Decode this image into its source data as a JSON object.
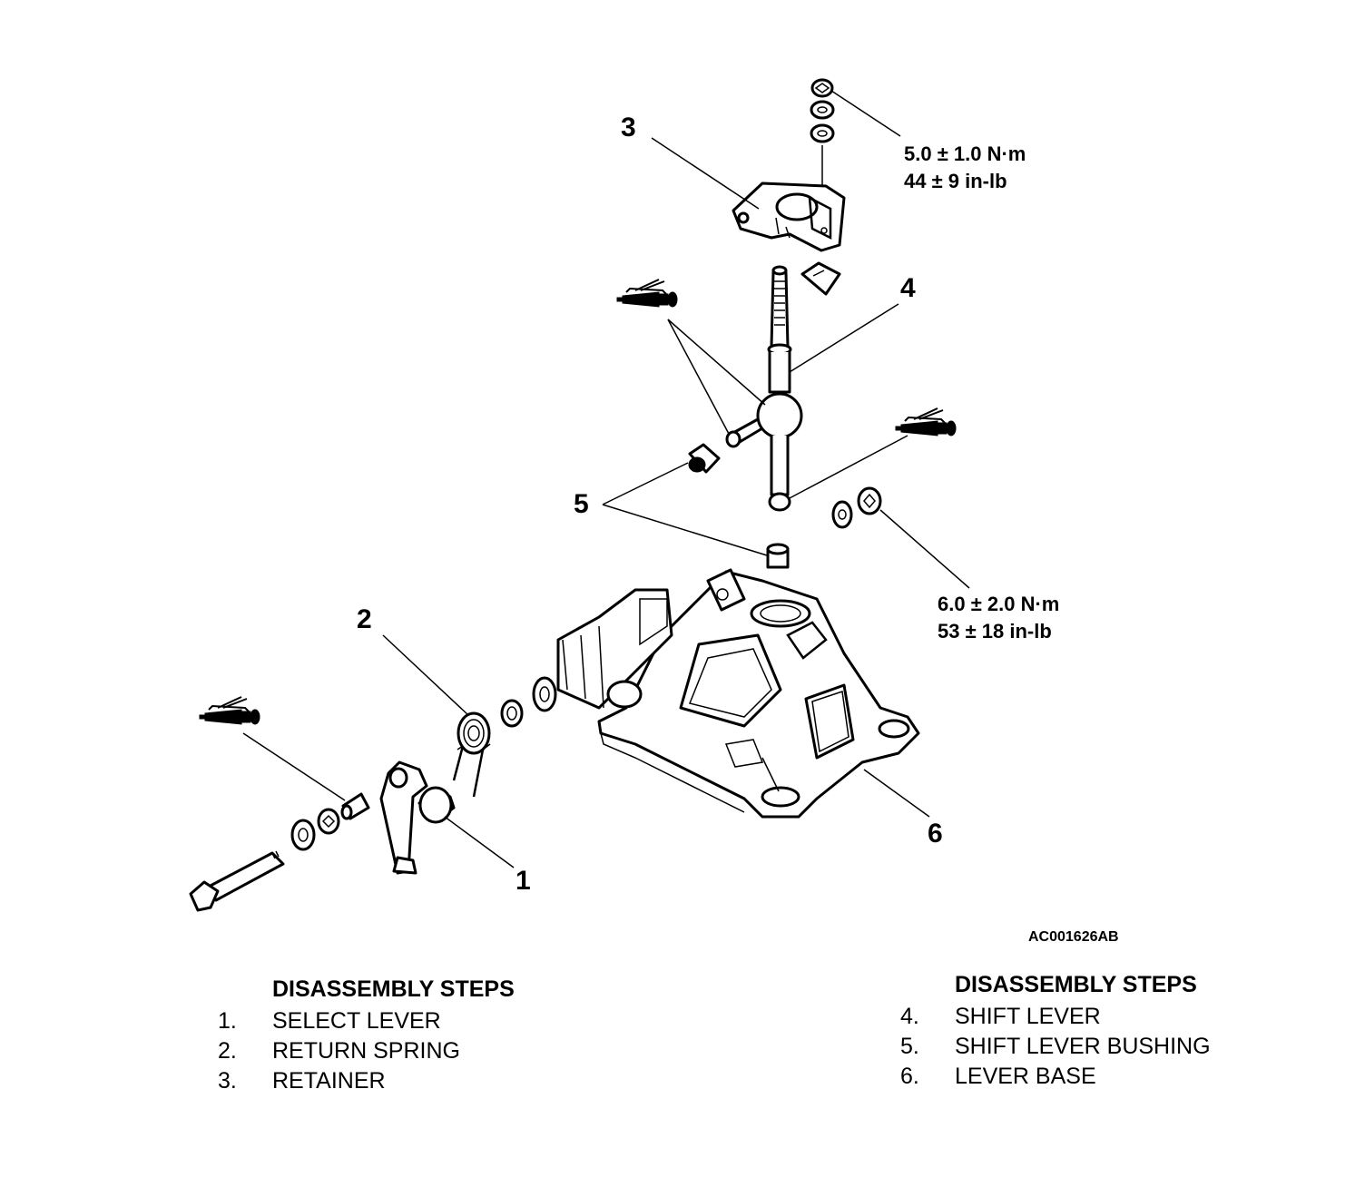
{
  "callouts": {
    "c1": "1",
    "c2": "2",
    "c3": "3",
    "c4": "4",
    "c5": "5",
    "c6": "6"
  },
  "torque_specs": {
    "upper": {
      "metric": "5.0 ± 1.0 N·m",
      "imperial": "44 ± 9 in-lb"
    },
    "lower": {
      "metric": "6.0 ± 2.0 N·m",
      "imperial": "53 ± 18 in-lb"
    }
  },
  "figure_id": "AC001626AB",
  "steps_left": {
    "heading": "DISASSEMBLY STEPS",
    "items": [
      {
        "num": "1.",
        "label": "SELECT LEVER"
      },
      {
        "num": "2.",
        "label": "RETURN SPRING"
      },
      {
        "num": "3.",
        "label": "RETAINER"
      }
    ]
  },
  "steps_right": {
    "heading": "DISASSEMBLY STEPS",
    "items": [
      {
        "num": "4.",
        "label": "SHIFT LEVER"
      },
      {
        "num": "5.",
        "label": "SHIFT LEVER BUSHING"
      },
      {
        "num": "6.",
        "label": "LEVER BASE"
      }
    ]
  },
  "icons": [
    "grease-gun-icon"
  ]
}
